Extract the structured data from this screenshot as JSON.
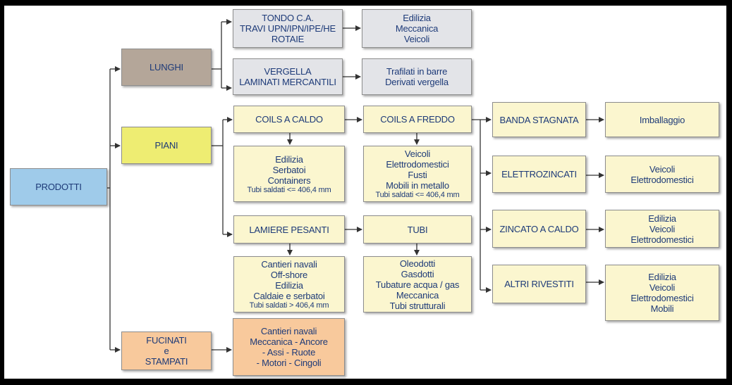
{
  "colors": {
    "root": "#9fcbea",
    "lunghi": "#b4a699",
    "piani": "#eeed72",
    "fucinati": "#f8c99c",
    "grey_box": "#e3e4e8",
    "cream_box": "#fbf6cf",
    "text": "#1d3a78",
    "connector": "#333333"
  },
  "nodes": {
    "prodotti": {
      "lines": [
        "PRODOTTI"
      ]
    },
    "lunghi": {
      "lines": [
        "LUNGHI"
      ]
    },
    "piani": {
      "lines": [
        "PIANI"
      ]
    },
    "fucinati": {
      "lines": [
        "FUCINATI",
        "e",
        "STAMPATI"
      ]
    },
    "tondo": {
      "lines": [
        "TONDO C.A.",
        "TRAVI UPN/IPN/IPE/HE",
        "ROTAIE"
      ]
    },
    "tondo_uses": {
      "lines": [
        "Edilizia",
        "Meccanica",
        "Veicoli"
      ]
    },
    "vergella": {
      "lines": [
        "VERGELLA",
        "LAMINATI MERCANTILI"
      ]
    },
    "vergella_uses": {
      "lines": [
        "Trafilati in barre",
        "Derivati vergella"
      ]
    },
    "coils_caldo": {
      "lines": [
        "COILS A CALDO"
      ]
    },
    "coils_caldo_uses": {
      "lines": [
        "Edilizia",
        "Serbatoi",
        "Containers"
      ],
      "note": "Tubi saldati <= 406,4 mm"
    },
    "coils_freddo": {
      "lines": [
        "COILS A FREDDO"
      ]
    },
    "coils_freddo_uses": {
      "lines": [
        "Veicoli",
        "Elettrodomestici",
        "Fusti",
        "Mobili in metallo"
      ],
      "note": "Tubi saldati <= 406,4 mm"
    },
    "lamiere": {
      "lines": [
        "LAMIERE PESANTI"
      ]
    },
    "lamiere_uses": {
      "lines": [
        "Cantieri navali",
        "Off-shore",
        "Edilizia",
        "Caldaie e serbatoi"
      ],
      "note": "Tubi saldati > 406,4 mm"
    },
    "tubi": {
      "lines": [
        "TUBI"
      ]
    },
    "tubi_uses": {
      "lines": [
        "Oleodotti",
        "Gasdotti",
        "Tubature acqua / gas",
        "Meccanica",
        "Tubi strutturali"
      ]
    },
    "fucinati_uses": {
      "lines": [
        "Cantieri navali",
        "Meccanica  - Ancore",
        "- Assi  -  Ruote",
        "- Motori  -  Cingoli"
      ]
    },
    "banda": {
      "lines": [
        "BANDA STAGNATA"
      ]
    },
    "banda_uses": {
      "lines": [
        "Imballaggio"
      ]
    },
    "elettrozincati": {
      "lines": [
        "ELETTROZINCATI"
      ]
    },
    "elettrozincati_uses": {
      "lines": [
        "Veicoli",
        "Elettrodomestici"
      ]
    },
    "zincato": {
      "lines": [
        "ZINCATO A CALDO"
      ]
    },
    "zincato_uses": {
      "lines": [
        "Edilizia",
        "Veicoli",
        "Elettrodomestici"
      ]
    },
    "altri": {
      "lines": [
        "ALTRI RIVESTITI"
      ]
    },
    "altri_uses": {
      "lines": [
        "Edilizia",
        "Veicoli",
        "Elettrodomestici",
        "Mobili"
      ]
    }
  }
}
